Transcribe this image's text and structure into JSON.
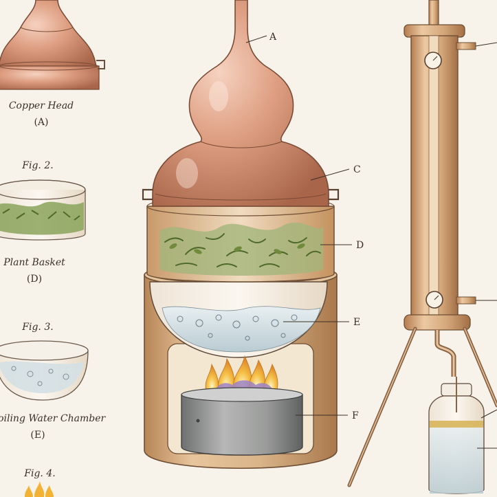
{
  "sidebar": {
    "fig1": {
      "caption": "Copper Head",
      "letter": "(A)"
    },
    "fig2": {
      "title": "Fig. 2.",
      "caption": "Plant Basket",
      "letter": "(D)"
    },
    "fig3": {
      "title": "Fig. 3.",
      "caption": "Boiling Water Chamber",
      "letter": "(E)"
    },
    "fig4": {
      "title": "Fig. 4."
    }
  },
  "callouts": {
    "a": "A",
    "c": "C",
    "d": "D",
    "e": "E",
    "f": "F"
  },
  "colors": {
    "paper": "#f7f3ea",
    "copper": "#d9957a",
    "copper_dark": "#a8654a",
    "brass": "#d9b489",
    "brass_dark": "#a9784c",
    "herb": "#7f9a4a",
    "water": "#cfdbe0",
    "flame": "#f2b233",
    "flame_violet": "#9b83c8",
    "steel": "#8f9090"
  }
}
